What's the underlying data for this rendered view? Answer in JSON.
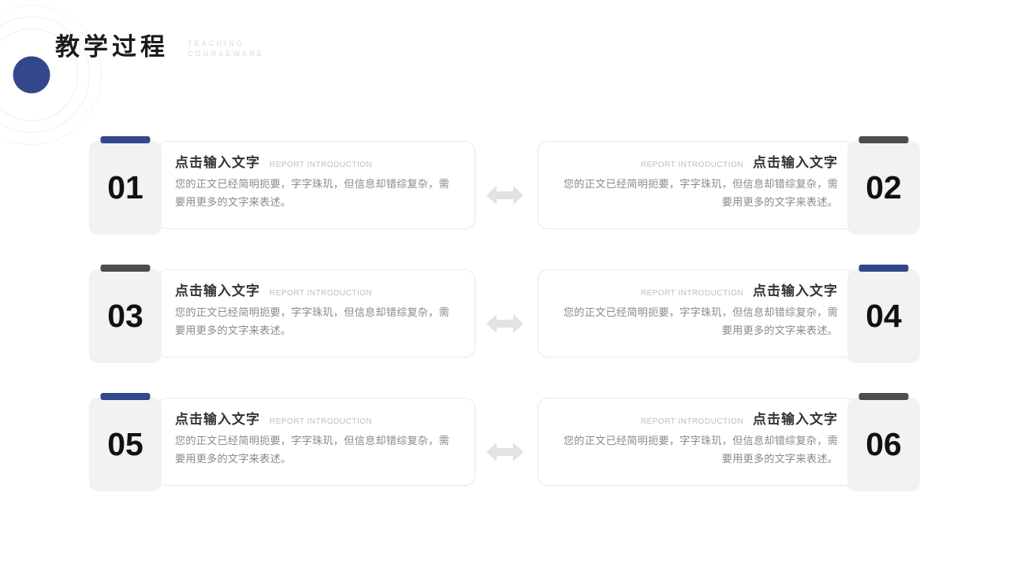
{
  "header": {
    "title": "教学过程",
    "subtitle_line1": "TEACHING",
    "subtitle_line2": "COURSEWARE",
    "accent_blue": "#33488a",
    "ring_color": "#edeef2"
  },
  "icons": {
    "arrow_left_right": "left-right-arrow-icon",
    "arrow_color": "#e2e2e2"
  },
  "colors": {
    "bar_blue": "#33488a",
    "bar_gray": "#4d4d4d",
    "number_box_bg": "#f2f2f3",
    "card_border": "#e8e8ea",
    "heading_text": "#333333",
    "kicker_text": "#bfbfc3",
    "body_text": "#8a8a8e"
  },
  "rows": [
    {
      "left": {
        "number": "01",
        "bar_color": "#33488a",
        "heading": "点击输入文字",
        "kicker": "REPORT INTRODUCTION",
        "body": "您的正文已经简明扼要，字字珠玑，但信息却错综复杂，需要用更多的文字来表述。"
      },
      "right": {
        "number": "02",
        "bar_color": "#4d4d4d",
        "heading": "点击输入文字",
        "kicker": "REPORT INTRODUCTION",
        "body": "您的正文已经简明扼要，字字珠玑，但信息却错综复杂，需要用更多的文字来表述。"
      }
    },
    {
      "left": {
        "number": "03",
        "bar_color": "#4d4d4d",
        "heading": "点击输入文字",
        "kicker": "REPORT INTRODUCTION",
        "body": "您的正文已经简明扼要，字字珠玑，但信息却错综复杂，需要用更多的文字来表述。"
      },
      "right": {
        "number": "04",
        "bar_color": "#33488a",
        "heading": "点击输入文字",
        "kicker": "REPORT INTRODUCTION",
        "body": "您的正文已经简明扼要，字字珠玑，但信息却错综复杂，需要用更多的文字来表述。"
      }
    },
    {
      "left": {
        "number": "05",
        "bar_color": "#33488a",
        "heading": "点击输入文字",
        "kicker": "REPORT INTRODUCTION",
        "body": "您的正文已经简明扼要，字字珠玑，但信息却错综复杂，需要用更多的文字来表述。"
      },
      "right": {
        "number": "06",
        "bar_color": "#4d4d4d",
        "heading": "点击输入文字",
        "kicker": "REPORT INTRODUCTION",
        "body": "您的正文已经简明扼要，字字珠玑，但信息却错综复杂，需要用更多的文字来表述。"
      }
    }
  ]
}
